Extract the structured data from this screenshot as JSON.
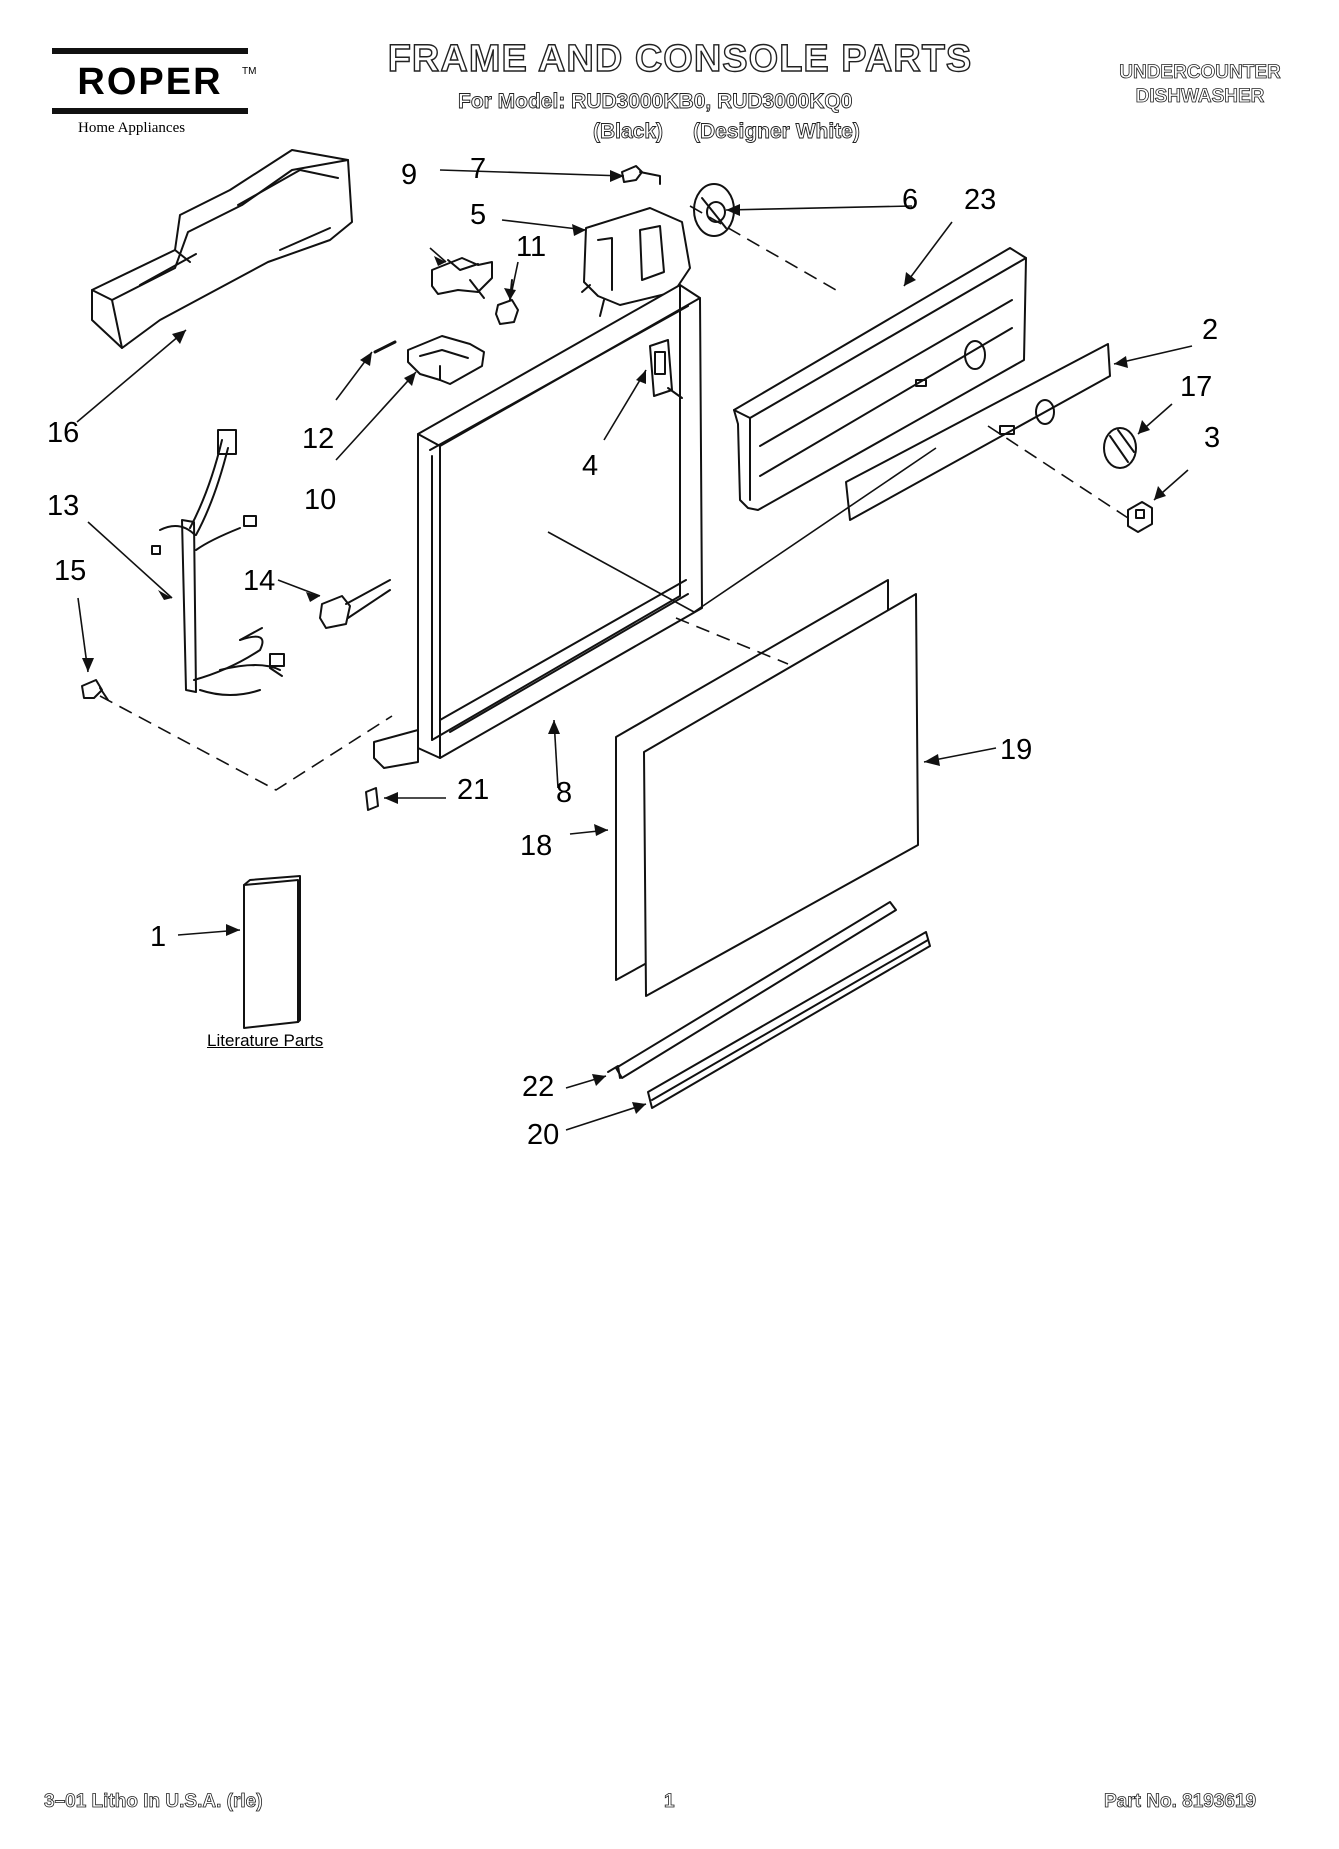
{
  "header": {
    "brand": "ROPER",
    "trademark": "TM",
    "brand_sub": "Home Appliances",
    "title": "FRAME AND CONSOLE PARTS",
    "model_line": "For Model: RUD3000KB0, RUD3000KQ0",
    "variant_black": "(Black)",
    "variant_white": "(Designer White)",
    "category_line1": "UNDERCOUNTER",
    "category_line2": "DISHWASHER"
  },
  "callouts": {
    "c1": "1",
    "c2": "2",
    "c3": "3",
    "c4": "4",
    "c5": "5",
    "c6": "6",
    "c7": "7",
    "c8": "8",
    "c9": "9",
    "c10": "10",
    "c11": "11",
    "c12": "12",
    "c13": "13",
    "c14": "14",
    "c15": "15",
    "c16": "16",
    "c17": "17",
    "c18": "18",
    "c19": "19",
    "c20": "20",
    "c21": "21",
    "c22": "22",
    "c23": "23"
  },
  "literature_label": "Literature Parts",
  "footer": {
    "left": "3–01 Litho In U.S.A. (rle)",
    "page": "1",
    "part_no": "Part No. 8193619"
  }
}
